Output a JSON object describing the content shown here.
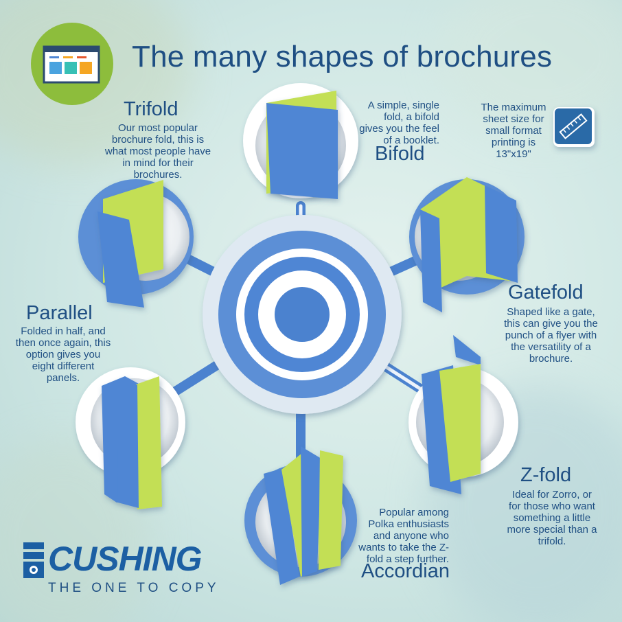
{
  "title": "The many shapes of brochures",
  "note": "The maximum sheet size for small format printing is 13\"x19\"",
  "colors": {
    "brand_blue": "#1c5fa3",
    "accent_green": "#8dbd3c",
    "fold_blue": "#4f86d4",
    "fold_green": "#c3df55",
    "hub_blue": "#5b8fd6"
  },
  "icons": {
    "header": "brochure-layout-icon",
    "note": "ruler-icon",
    "logo": "copier-icon"
  },
  "folds": {
    "trifold": {
      "name": "Trifold",
      "description": "Our most popular brochure fold, this is what most people have in mind for their brochures."
    },
    "bifold": {
      "name": "Bifold",
      "description": "A simple, single fold, a bifold gives you the feel of a booklet."
    },
    "gatefold": {
      "name": "Gatefold",
      "description": "Shaped like a gate, this can give you the punch of a flyer with the versatility of a brochure."
    },
    "parallel": {
      "name": "Parallel",
      "description": "Folded in half, and then once again, this option gives you eight different panels."
    },
    "zfold": {
      "name": "Z-fold",
      "description": "Ideal for Zorro, or for those who want something a little more special than a trifold."
    },
    "accordian": {
      "name": "Accordian",
      "description": "Popular among Polka enthusiasts and anyone who wants to take the Z-fold a step further."
    }
  },
  "logo": {
    "name": "CUSHING",
    "tagline": "THE ONE TO COPY"
  }
}
